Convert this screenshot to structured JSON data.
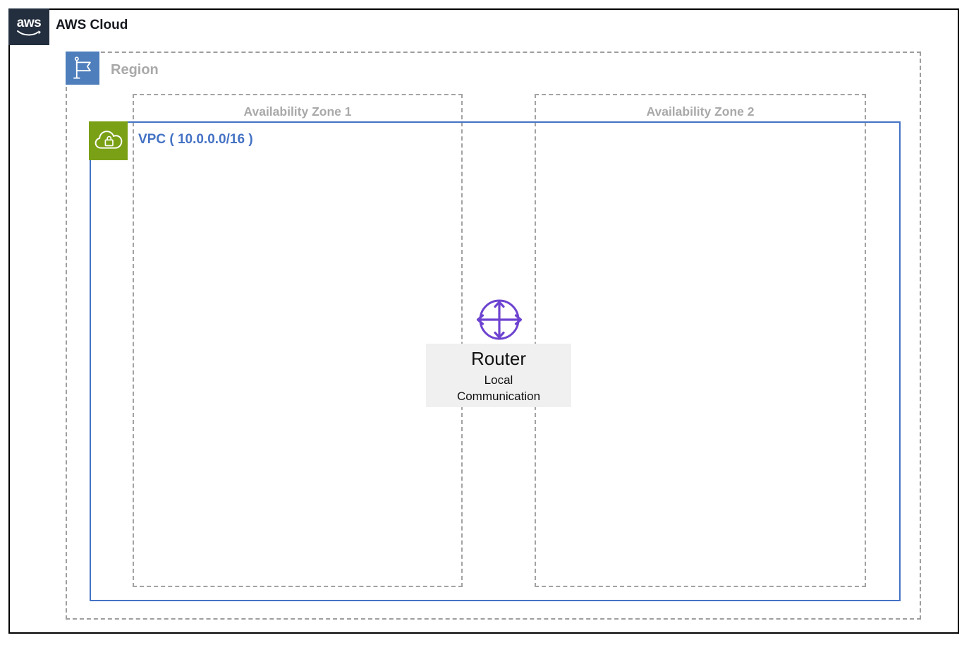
{
  "diagram": {
    "aws_cloud": {
      "label": "AWS Cloud",
      "logo_text": "aws"
    },
    "region": {
      "label": "Region"
    },
    "availability_zones": [
      {
        "label": "Availability Zone 1"
      },
      {
        "label": "Availability Zone 2"
      }
    ],
    "vpc": {
      "label": "VPC ( 10.0.0.0/16 )"
    },
    "router": {
      "title": "Router",
      "subtitle": "Local Communication"
    }
  },
  "icons": {
    "aws_logo": "aws-smile-logo-icon",
    "region": "flag-icon",
    "vpc": "cloud-lock-icon",
    "router": "crossed-arrows-icon"
  },
  "colors": {
    "aws_dark": "#232f3e",
    "region_blue": "#4e7ebb",
    "vpc_green": "#7aa116",
    "vpc_blue": "#4472c4",
    "router_purple": "#6d43d0",
    "zone_gray": "#a9a9a9",
    "label_bg": "#f0f0f1"
  }
}
